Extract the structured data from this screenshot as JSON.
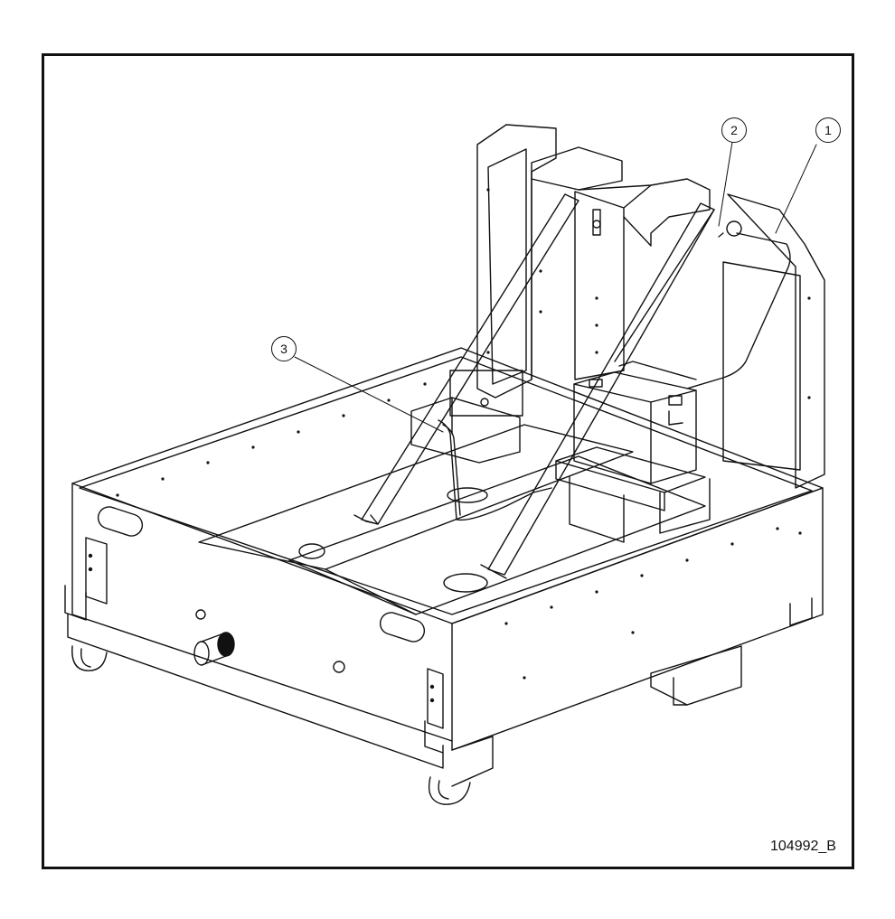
{
  "figure_id": "104992_B",
  "callouts": [
    {
      "label": "1"
    },
    {
      "label": "2"
    },
    {
      "label": "3"
    }
  ],
  "colors": {
    "line": "#111111",
    "background": "#ffffff"
  }
}
